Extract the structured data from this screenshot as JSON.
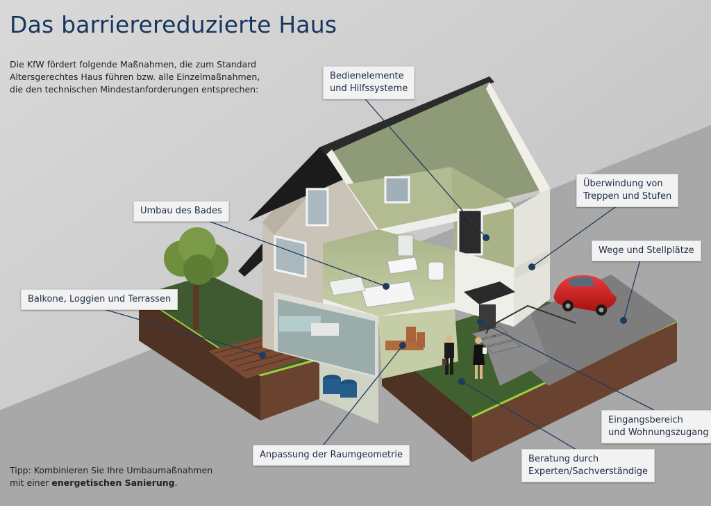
{
  "title": "Das barrierereduzierte Haus",
  "intro": [
    "Die KfW fördert folgende Maßnahmen, die zum Standard",
    "Altersgerechtes Haus führen bzw. alle Einzelmaßnahmen,",
    "die den technischen Mindestanforderungen entsprechen:"
  ],
  "callouts": {
    "bedienelemente": [
      "Bedienelemente",
      "und Hilfssysteme"
    ],
    "umbau_bades": [
      "Umbau des Bades"
    ],
    "treppen": [
      "Überwindung von",
      "Treppen und Stufen"
    ],
    "wege": [
      "Wege und Stellplätze"
    ],
    "balkone": [
      "Balkone, Loggien und Terrassen"
    ],
    "eingang": [
      "Eingangsbereich",
      "und Wohnungszugang"
    ],
    "raumgeometrie": [
      "Anpassung der Raumgeometrie"
    ],
    "beratung": [
      "Beratung durch",
      "Experten/Sachverständige"
    ]
  },
  "tip": {
    "line1": "Tipp: Kombinieren Sie Ihre Umbaumaßnahmen",
    "line2_prefix": "mit einer ",
    "line2_bold": "energetischen Sanierung",
    "line2_suffix": "."
  },
  "colors": {
    "title": "#17365d",
    "leader_line": "#1f3a5f",
    "grass": "#3f5a30",
    "soil": "#5b3a2a",
    "roof": "#1c1c1c",
    "car": "#d42020"
  }
}
